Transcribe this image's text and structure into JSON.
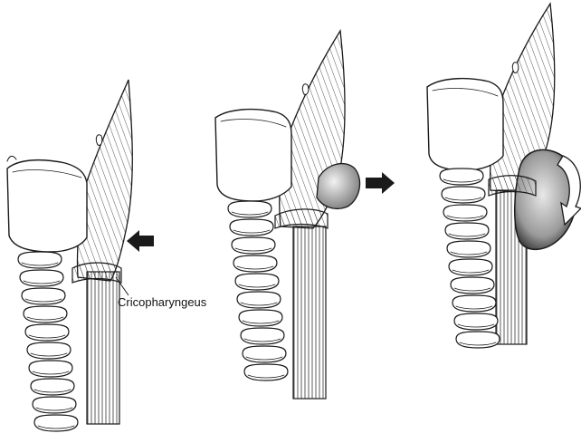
{
  "figure": {
    "panels": [
      {
        "id": "panel-1"
      },
      {
        "id": "panel-2"
      },
      {
        "id": "panel-3"
      }
    ],
    "labels": {
      "cricopharyngeus": "Cricopharyngeus"
    }
  }
}
